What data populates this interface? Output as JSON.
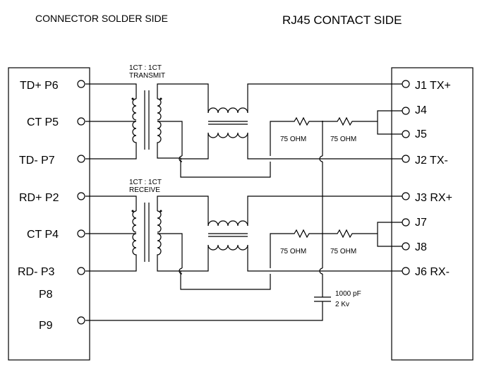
{
  "headers": {
    "left": "CONNECTOR SOLDER SIDE",
    "right": "RJ45 CONTACT SIDE"
  },
  "left_pins": [
    "TD+ P6",
    "CT P5",
    "TD- P7",
    "RD+ P2",
    "CT P4",
    "RD- P3",
    "P8",
    "P9"
  ],
  "right_pins": [
    "J1 TX+",
    "J4",
    "J5",
    "J2 TX-",
    "J3 RX+",
    "J7",
    "J8",
    "J6 RX-"
  ],
  "transformers": {
    "transmit": {
      "ratio": "1CT : 1CT",
      "name": "TRANSMIT"
    },
    "receive": {
      "ratio": "1CT : 1CT",
      "name": "RECEIVE"
    }
  },
  "resistors": [
    "75 OHM",
    "75 OHM",
    "75 OHM",
    "75 OHM"
  ],
  "capacitor": {
    "value": "1000 pF",
    "voltage": "2 Kv"
  }
}
